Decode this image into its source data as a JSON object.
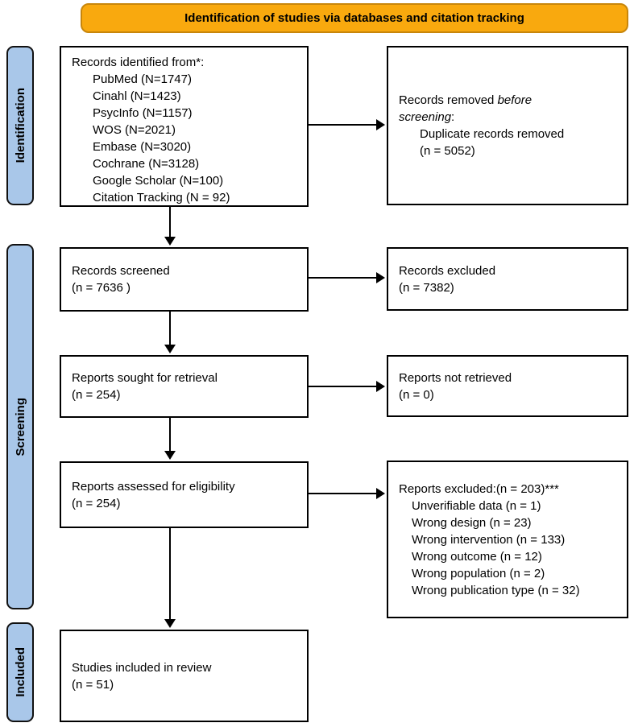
{
  "banner": {
    "label": "Identification of studies via databases and citation tracking"
  },
  "stages": {
    "identification": "Identification",
    "screening": "Screening",
    "included": "Included"
  },
  "boxes": {
    "records_identified": {
      "title": "Records identified from*:",
      "items": [
        "PubMed (N=1747)",
        "Cinahl (N=1423)",
        "PsycInfo (N=1157)",
        "WOS (N=2021)",
        "Embase (N=3020)",
        "Cochrane (N=3128)",
        "Google Scholar (N=100)",
        "Citation Tracking (N = 92)"
      ]
    },
    "records_removed": {
      "lead": "Records removed ",
      "italic_word_1": "before",
      "italic_word_2": "screening",
      "colon": ":",
      "detail_1": "Duplicate records removed",
      "detail_2": "(n = 5052)"
    },
    "records_screened": {
      "line1": "Records screened",
      "line2": "(n = 7636 )"
    },
    "records_excluded": {
      "line1": "Records excluded",
      "line2": "(n = 7382)"
    },
    "reports_sought": {
      "line1": "Reports sought for retrieval",
      "line2": "(n = 254)"
    },
    "reports_not_retrieved": {
      "line1": "Reports not retrieved",
      "line2": "(n = 0)"
    },
    "reports_assessed": {
      "line1": "Reports assessed for eligibility",
      "line2": "(n = 254)"
    },
    "reports_excluded": {
      "title": "Reports excluded:(n = 203)***",
      "items": [
        "Unverifiable data (n = 1)",
        "Wrong design (n = 23)",
        "Wrong intervention (n = 133)",
        "Wrong outcome (n = 12)",
        "Wrong population (n = 2)",
        "Wrong publication type (n = 32)"
      ]
    },
    "studies_included": {
      "line1": "Studies included in review",
      "line2": "(n = 51)"
    }
  },
  "colors": {
    "banner_fill": "#F9A90E",
    "banner_border": "#C8860B",
    "stage_fill": "#A9C7E9",
    "stage_border": "#111111",
    "box_border": "#000000"
  }
}
